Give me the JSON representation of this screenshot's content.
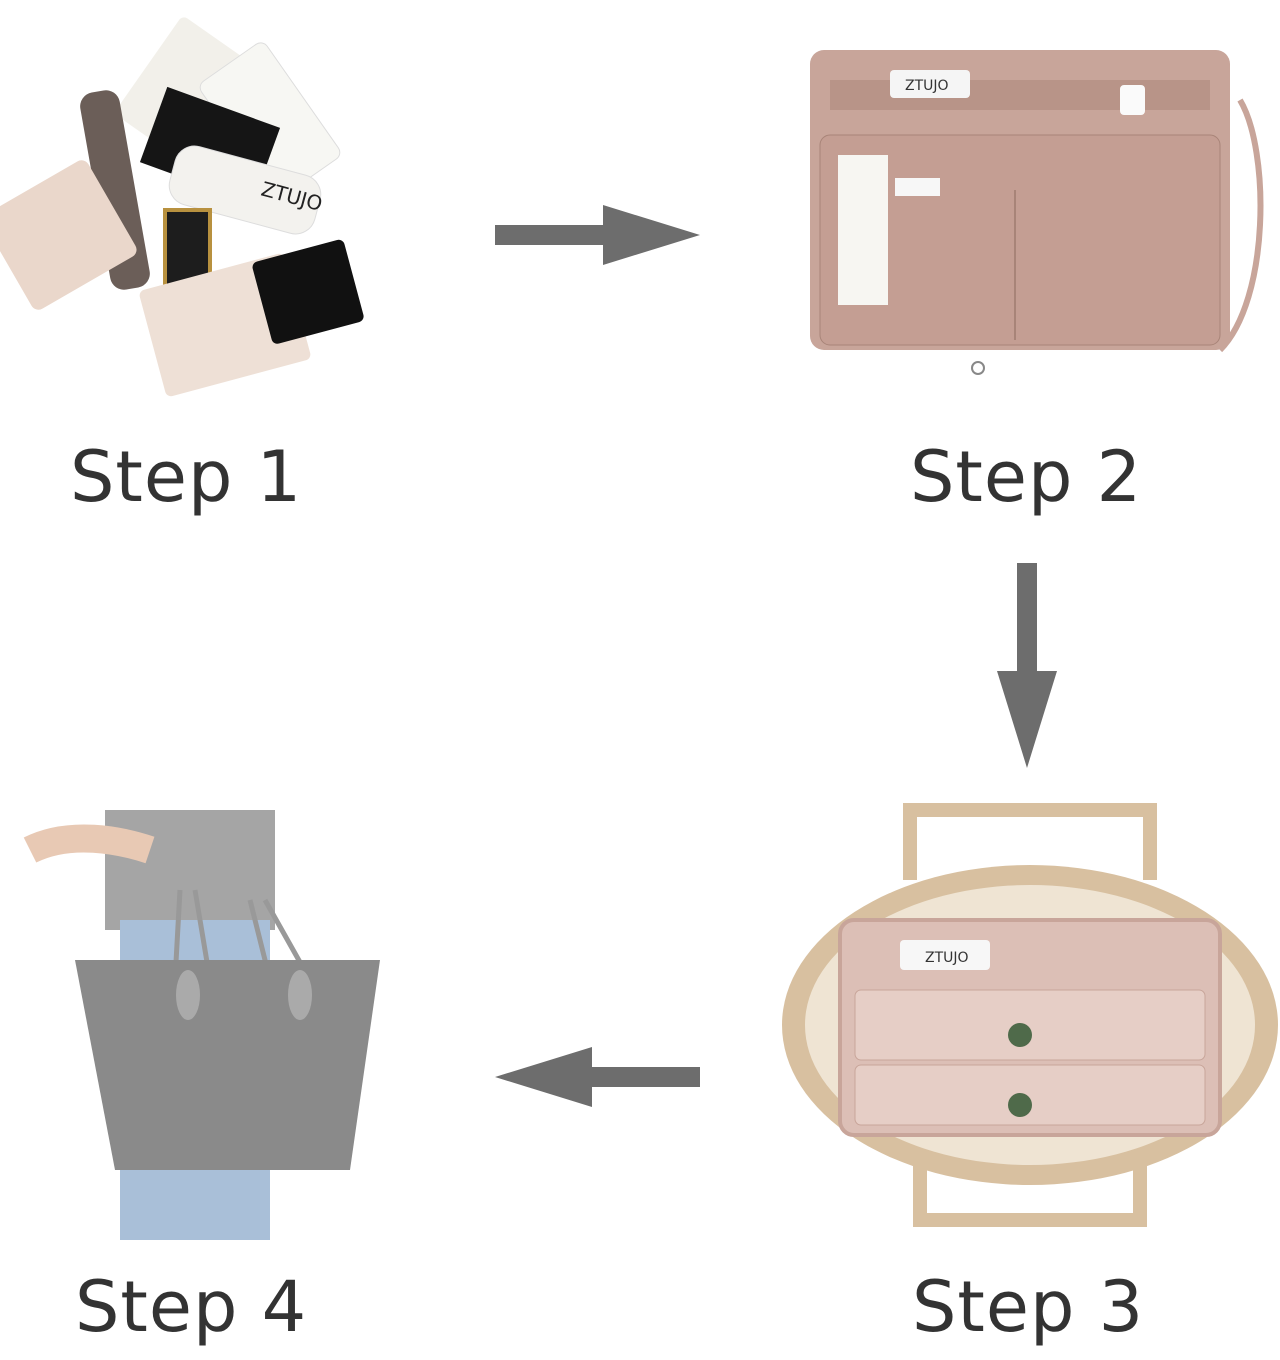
{
  "steps": [
    {
      "label": "Step 1",
      "brand_text": "ZTUJO"
    },
    {
      "label": "Step 2",
      "brand_text": "ZTUJO"
    },
    {
      "label": "Step 3",
      "brand_text": "ZTUJO"
    },
    {
      "label": "Step 4"
    }
  ],
  "colors": {
    "arrow": "#6d6d6d",
    "text": "#333333",
    "felt": "#c8a59a",
    "tan": "#d8c0a0",
    "bag": "#8a8a8a"
  }
}
